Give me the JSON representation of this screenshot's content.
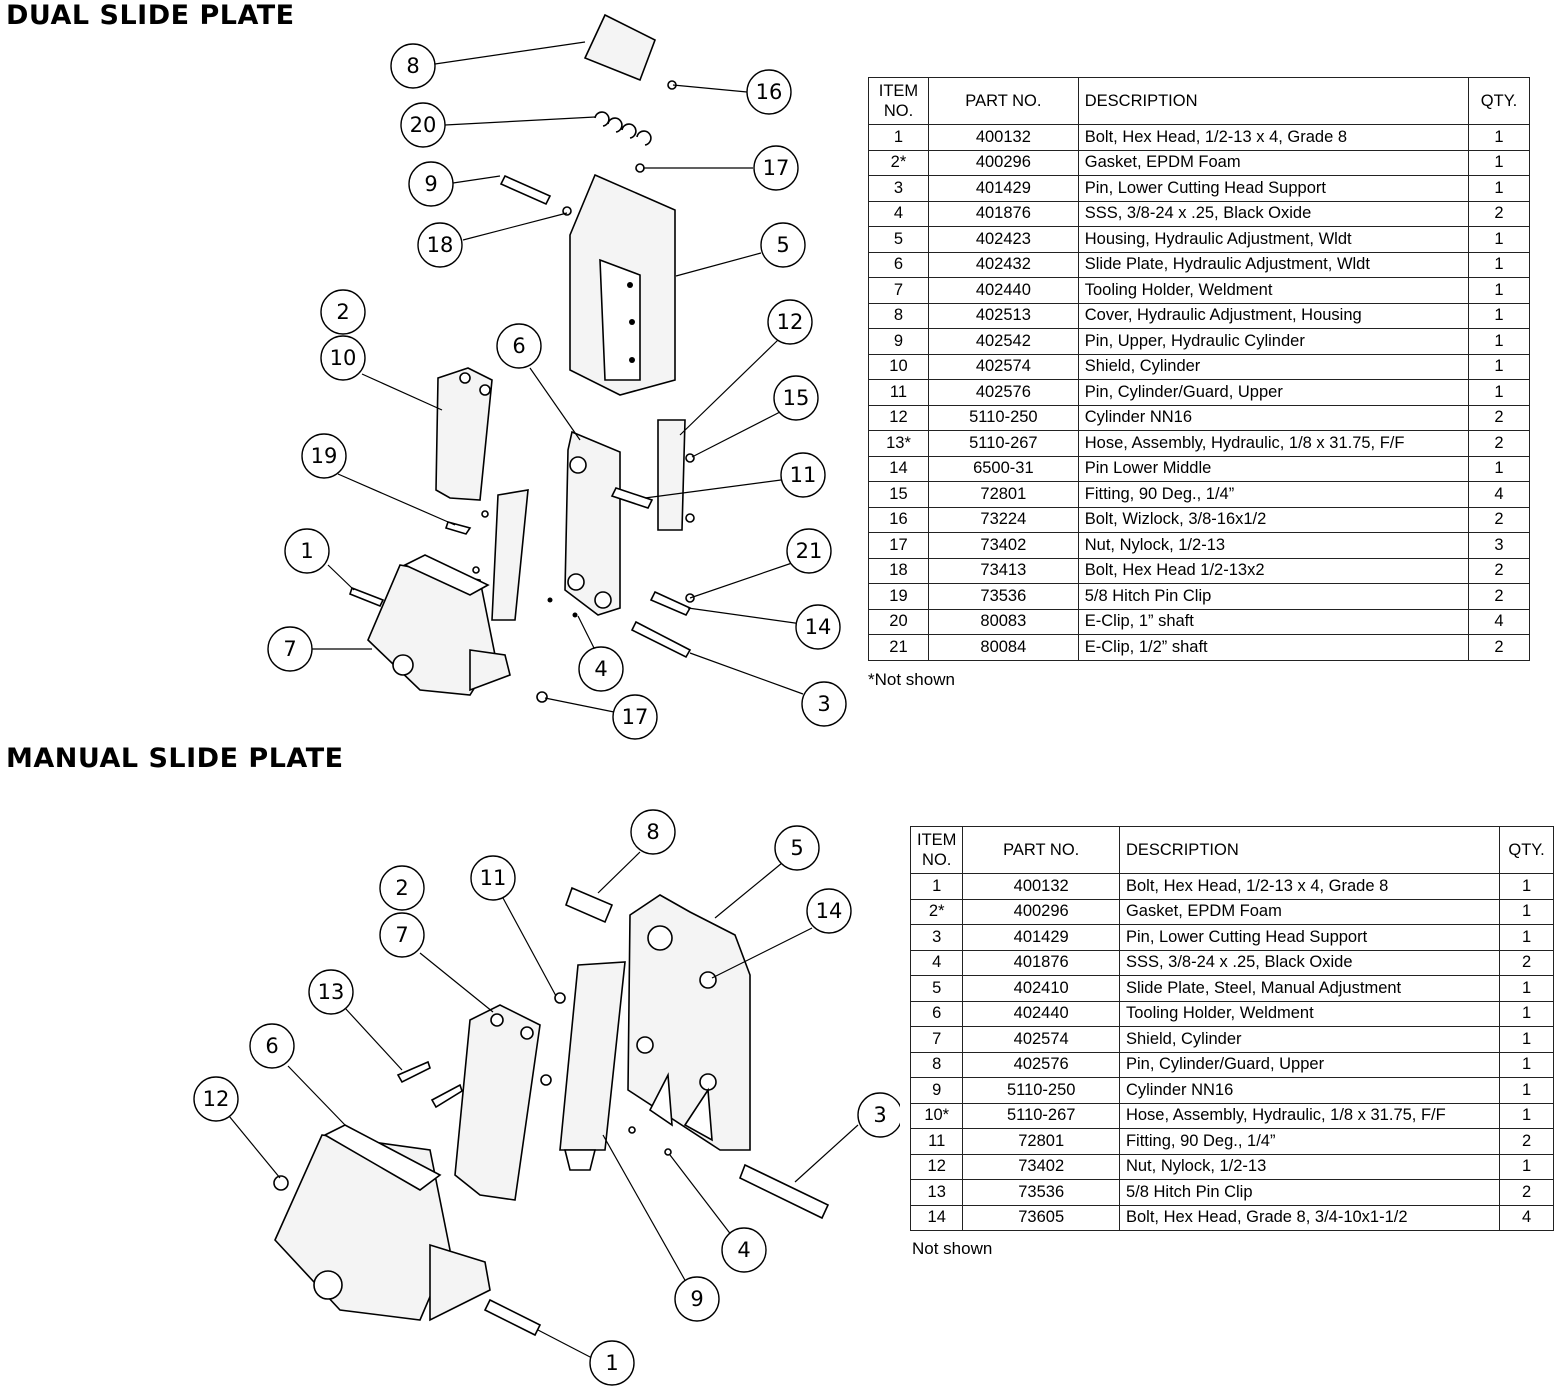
{
  "dual": {
    "title": "DUAL SLIDE PLATE",
    "headers": {
      "item": "ITEM NO.",
      "part": "PART NO.",
      "desc": "DESCRIPTION",
      "qty": "QTY."
    },
    "rows": [
      {
        "item": "1",
        "part": "400132",
        "desc": "Bolt, Hex Head, 1/2-13 x 4, Grade 8",
        "qty": "1"
      },
      {
        "item": "2*",
        "part": "400296",
        "desc": "Gasket, EPDM Foam",
        "qty": "1"
      },
      {
        "item": "3",
        "part": "401429",
        "desc": "Pin, Lower Cutting Head Support",
        "qty": "1"
      },
      {
        "item": "4",
        "part": "401876",
        "desc": "SSS, 3/8-24 x .25, Black Oxide",
        "qty": "2"
      },
      {
        "item": "5",
        "part": "402423",
        "desc": "Housing, Hydraulic Adjustment, Wldt",
        "qty": "1"
      },
      {
        "item": "6",
        "part": "402432",
        "desc": "Slide Plate, Hydraulic Adjustment, Wldt",
        "qty": "1"
      },
      {
        "item": "7",
        "part": "402440",
        "desc": "Tooling Holder, Weldment",
        "qty": "1"
      },
      {
        "item": "8",
        "part": "402513",
        "desc": "Cover, Hydraulic Adjustment, Housing",
        "qty": "1"
      },
      {
        "item": "9",
        "part": "402542",
        "desc": "Pin, Upper, Hydraulic Cylinder",
        "qty": "1"
      },
      {
        "item": "10",
        "part": "402574",
        "desc": "Shield, Cylinder",
        "qty": "1"
      },
      {
        "item": "11",
        "part": "402576",
        "desc": "Pin, Cylinder/Guard, Upper",
        "qty": "1"
      },
      {
        "item": "12",
        "part": "5110-250",
        "desc": "Cylinder NN16",
        "qty": "2"
      },
      {
        "item": "13*",
        "part": "5110-267",
        "desc": "Hose, Assembly, Hydraulic, 1/8 x 31.75, F/F",
        "qty": "2"
      },
      {
        "item": "14",
        "part": "6500-31",
        "desc": "Pin Lower Middle",
        "qty": "1"
      },
      {
        "item": "15",
        "part": "72801",
        "desc": "Fitting, 90 Deg., 1/4”",
        "qty": "4"
      },
      {
        "item": "16",
        "part": "73224",
        "desc": "Bolt, Wizlock, 3/8-16x1/2",
        "qty": "2"
      },
      {
        "item": "17",
        "part": "73402",
        "desc": "Nut, Nylock, 1/2-13",
        "qty": "3"
      },
      {
        "item": "18",
        "part": "73413",
        "desc": "Bolt, Hex Head 1/2-13x2",
        "qty": "2"
      },
      {
        "item": "19",
        "part": "73536",
        "desc": "5/8 Hitch Pin Clip",
        "qty": "2"
      },
      {
        "item": "20",
        "part": "80083",
        "desc": "E-Clip, 1” shaft",
        "qty": "4"
      },
      {
        "item": "21",
        "part": "80084",
        "desc": "E-Clip, 1/2” shaft",
        "qty": "2"
      }
    ],
    "note": "*Not shown",
    "callouts": [
      "8",
      "16",
      "20",
      "17",
      "9",
      "18",
      "5",
      "2",
      "10",
      "6",
      "12",
      "15",
      "19",
      "11",
      "21",
      "1",
      "14",
      "7",
      "4",
      "17",
      "3"
    ]
  },
  "manual": {
    "title": "MANUAL SLIDE PLATE",
    "headers": {
      "item": "ITEM NO.",
      "part": "PART NO.",
      "desc": "DESCRIPTION",
      "qty": "QTY."
    },
    "rows": [
      {
        "item": "1",
        "part": "400132",
        "desc": "Bolt, Hex Head, 1/2-13 x 4, Grade 8",
        "qty": "1"
      },
      {
        "item": "2*",
        "part": "400296",
        "desc": "Gasket, EPDM Foam",
        "qty": "1"
      },
      {
        "item": "3",
        "part": "401429",
        "desc": "Pin, Lower Cutting Head Support",
        "qty": "1"
      },
      {
        "item": "4",
        "part": "401876",
        "desc": "SSS, 3/8-24 x .25, Black Oxide",
        "qty": "2"
      },
      {
        "item": "5",
        "part": "402410",
        "desc": "Slide Plate, Steel, Manual Adjustment",
        "qty": "1"
      },
      {
        "item": "6",
        "part": "402440",
        "desc": "Tooling Holder, Weldment",
        "qty": "1"
      },
      {
        "item": "7",
        "part": "402574",
        "desc": "Shield, Cylinder",
        "qty": "1"
      },
      {
        "item": "8",
        "part": "402576",
        "desc": "Pin, Cylinder/Guard, Upper",
        "qty": "1"
      },
      {
        "item": "9",
        "part": "5110-250",
        "desc": "Cylinder NN16",
        "qty": "1"
      },
      {
        "item": "10*",
        "part": "5110-267",
        "desc": "Hose, Assembly, Hydraulic, 1/8 x 31.75, F/F",
        "qty": "1"
      },
      {
        "item": "11",
        "part": "72801",
        "desc": "Fitting, 90 Deg., 1/4”",
        "qty": "2"
      },
      {
        "item": "12",
        "part": "73402",
        "desc": "Nut, Nylock, 1/2-13",
        "qty": "1"
      },
      {
        "item": "13",
        "part": "73536",
        "desc": "5/8 Hitch Pin Clip",
        "qty": "2"
      },
      {
        "item": "14",
        "part": "73605",
        "desc": "Bolt, Hex Head, Grade 8, 3/4-10x1-1/2",
        "qty": "4"
      }
    ],
    "note": "Not shown",
    "callouts": [
      "8",
      "5",
      "2",
      "11",
      "14",
      "7",
      "13",
      "6",
      "12",
      "3",
      "4",
      "9",
      "1"
    ]
  }
}
